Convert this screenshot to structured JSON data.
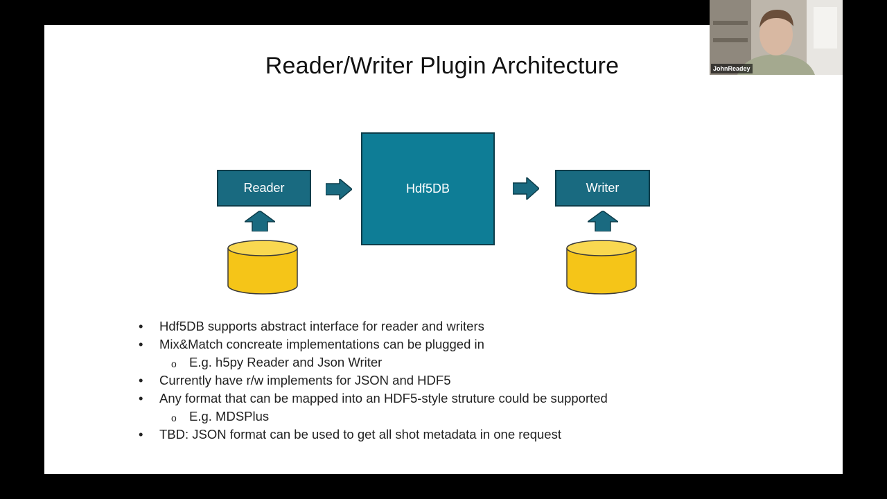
{
  "slide": {
    "title": "Reader/Writer Plugin Architecture",
    "diagram": {
      "reader_label": "Reader",
      "hdf5db_label": "Hdf5DB",
      "writer_label": "Writer"
    },
    "bullets": [
      {
        "level": 1,
        "text": "Hdf5DB supports abstract interface for reader and writers"
      },
      {
        "level": 1,
        "text": "Mix&Match concreate implementations can be plugged in"
      },
      {
        "level": 2,
        "text": "E.g. h5py Reader and Json Writer"
      },
      {
        "level": 1,
        "text": "Currently have r/w implements for JSON and HDF5"
      },
      {
        "level": 1,
        "text": "Any format that can be mapped into an HDF5-style struture could be supported"
      },
      {
        "level": 2,
        "text": "E.g. MDSPlus"
      },
      {
        "level": 1,
        "text": "TBD: JSON format can be used to get all shot metadata in one request"
      }
    ]
  },
  "video": {
    "participant_name": "JohnReadey"
  },
  "colors": {
    "box_fill": "#196a80",
    "hdf5_fill": "#0e7d96",
    "arrow_fill": "#1a6a80",
    "cylinder_fill": "#f5c518"
  }
}
